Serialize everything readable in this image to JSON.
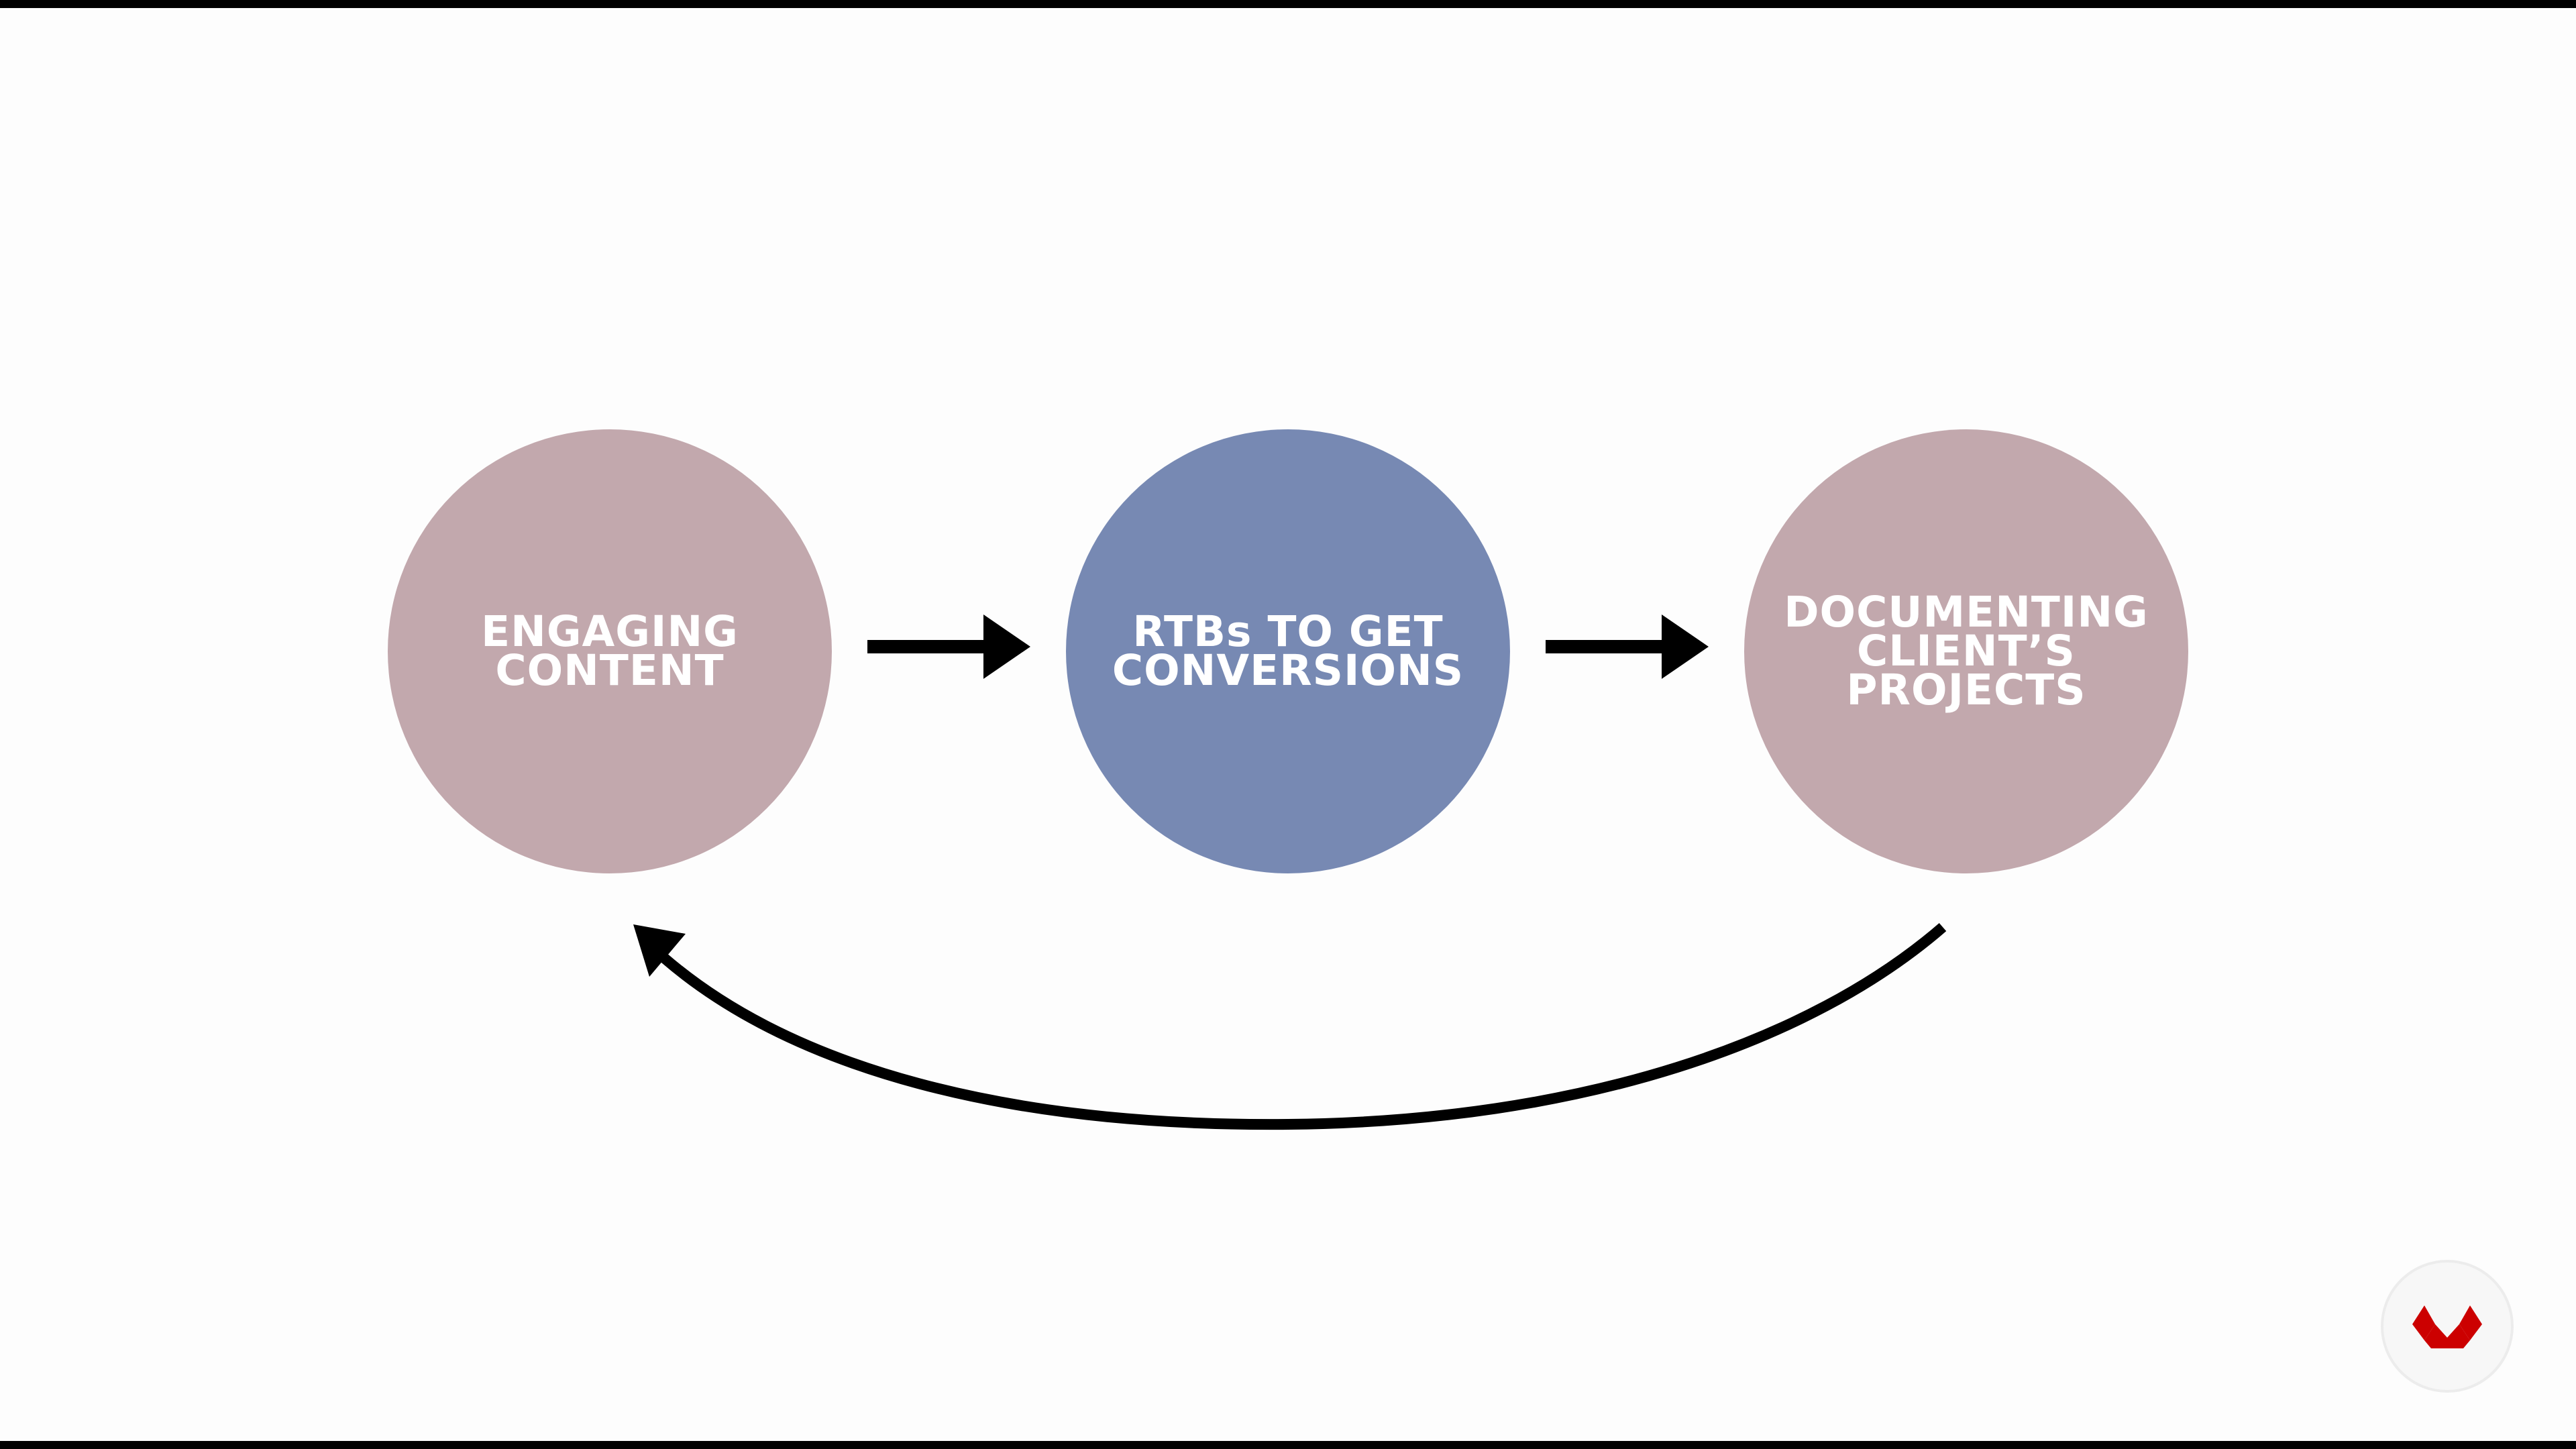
{
  "colors": {
    "background": "#fdfdfd",
    "frame_bars": "#000000",
    "node_pink": "#c2a8ad",
    "node_blue": "#7789b3",
    "arrow": "#000000",
    "logo_red": "#cc0000"
  },
  "diagram": {
    "nodes": [
      {
        "label": "ENGAGING\nCONTENT",
        "color": "#c2a8ad"
      },
      {
        "label": "RTBs TO GET\nCONVERSIONS",
        "color": "#7789b3"
      },
      {
        "label": "DOCUMENTING\nCLIENT’S\nPROJECTS",
        "color": "#c2a8ad"
      }
    ],
    "edges": [
      {
        "from": "ENGAGING CONTENT",
        "to": "RTBs TO GET CONVERSIONS"
      },
      {
        "from": "RTBs TO GET CONVERSIONS",
        "to": "DOCUMENTING CLIENT’S PROJECTS"
      },
      {
        "from": "DOCUMENTING CLIENT’S PROJECTS",
        "to": "ENGAGING CONTENT"
      }
    ]
  },
  "logo": {
    "icon": "red-crown-logo-icon"
  }
}
